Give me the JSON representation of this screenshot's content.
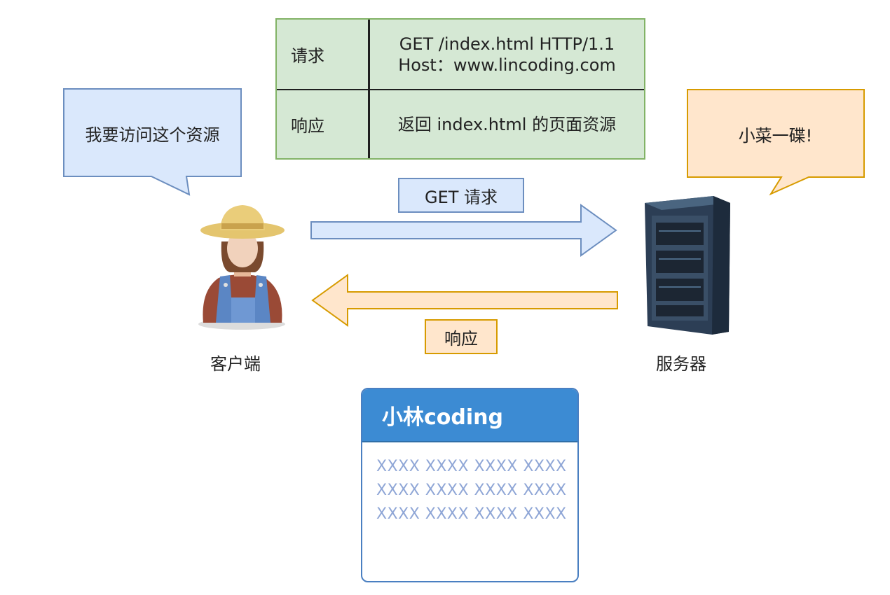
{
  "table": {
    "rows": [
      {
        "label": "请求",
        "content": [
          "GET /index.html HTTP/1.1",
          "Host：www.lincoding.com"
        ]
      },
      {
        "label": "响应",
        "content": [
          "返回 index.html 的页面资源"
        ]
      }
    ]
  },
  "client_bubble": {
    "text": "我要访问这个资源"
  },
  "server_bubble": {
    "text": "小菜一碟!"
  },
  "arrows": {
    "request_label": "GET 请求",
    "response_label": "响应"
  },
  "client": {
    "label": "客户端",
    "icon": "farmer-icon"
  },
  "server": {
    "label": "服务器",
    "icon": "server-rack-icon"
  },
  "page_card": {
    "title": "小林coding",
    "lines": [
      "XXXX XXXX XXXX XXXX",
      "XXXX XXXX XXXX XXXX",
      "XXXX XXXX XXXX XXXX"
    ]
  },
  "colors": {
    "table_fill": "#d5e8d4",
    "blue_fill": "#dae8fc",
    "blue_stroke": "#6c8ebf",
    "orange_fill": "#ffe6cc",
    "orange_stroke": "#d79b00",
    "card_header": "#3c8bd3"
  }
}
